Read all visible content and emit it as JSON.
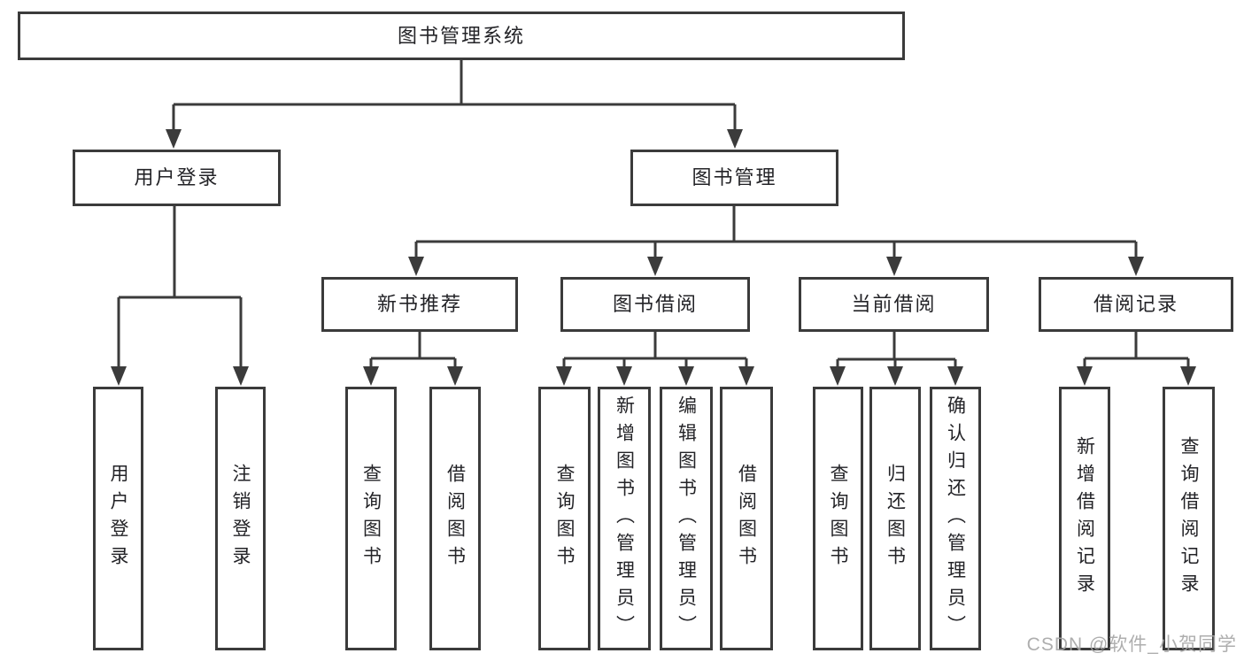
{
  "diagram": {
    "root": {
      "label": "图书管理系统"
    },
    "branches": [
      {
        "label": "用户登录",
        "children": [
          {
            "label": "用户登录"
          },
          {
            "label": "注销登录"
          }
        ]
      },
      {
        "label": "图书管理",
        "children": [
          {
            "label": "新书推荐",
            "children": [
              {
                "label": "查询图书"
              },
              {
                "label": "借阅图书"
              }
            ]
          },
          {
            "label": "图书借阅",
            "children": [
              {
                "label": "查询图书"
              },
              {
                "label": "新增图书（管理员）"
              },
              {
                "label": "编辑图书（管理员）"
              },
              {
                "label": "借阅图书"
              }
            ]
          },
          {
            "label": "当前借阅",
            "children": [
              {
                "label": "查询图书"
              },
              {
                "label": "归还图书"
              },
              {
                "label": "确认归还（管理员）"
              }
            ]
          },
          {
            "label": "借阅记录",
            "children": [
              {
                "label": "新增借阅记录"
              },
              {
                "label": "查询借阅记录"
              }
            ]
          }
        ]
      }
    ]
  },
  "watermark": {
    "text": "CSDN @软件_小贺同学"
  },
  "colors": {
    "line": "#3b3b3b",
    "box_border": "#3b3b3b",
    "text": "#232327",
    "watermark": "#a5a5a5",
    "background": "#ffffff"
  }
}
